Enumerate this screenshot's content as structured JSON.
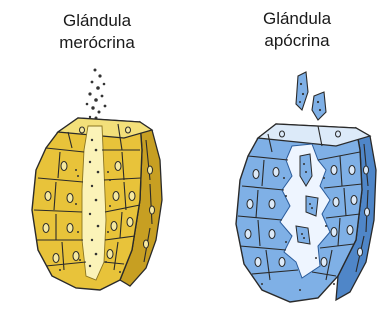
{
  "labels": {
    "merocrine": {
      "line1": "Glándula",
      "line2": "merócrina"
    },
    "apocrine": {
      "line1": "Glándula",
      "line2": "apócrina"
    }
  },
  "colors": {
    "merocrine_fill": "#e8c33a",
    "merocrine_dark": "#b8901a",
    "merocrine_lumen": "#fbf3b8",
    "apocrine_fill": "#7fb0e6",
    "apocrine_dark": "#3f73b8",
    "apocrine_lumen": "#eef5ff",
    "outline": "#2a2a2a"
  }
}
